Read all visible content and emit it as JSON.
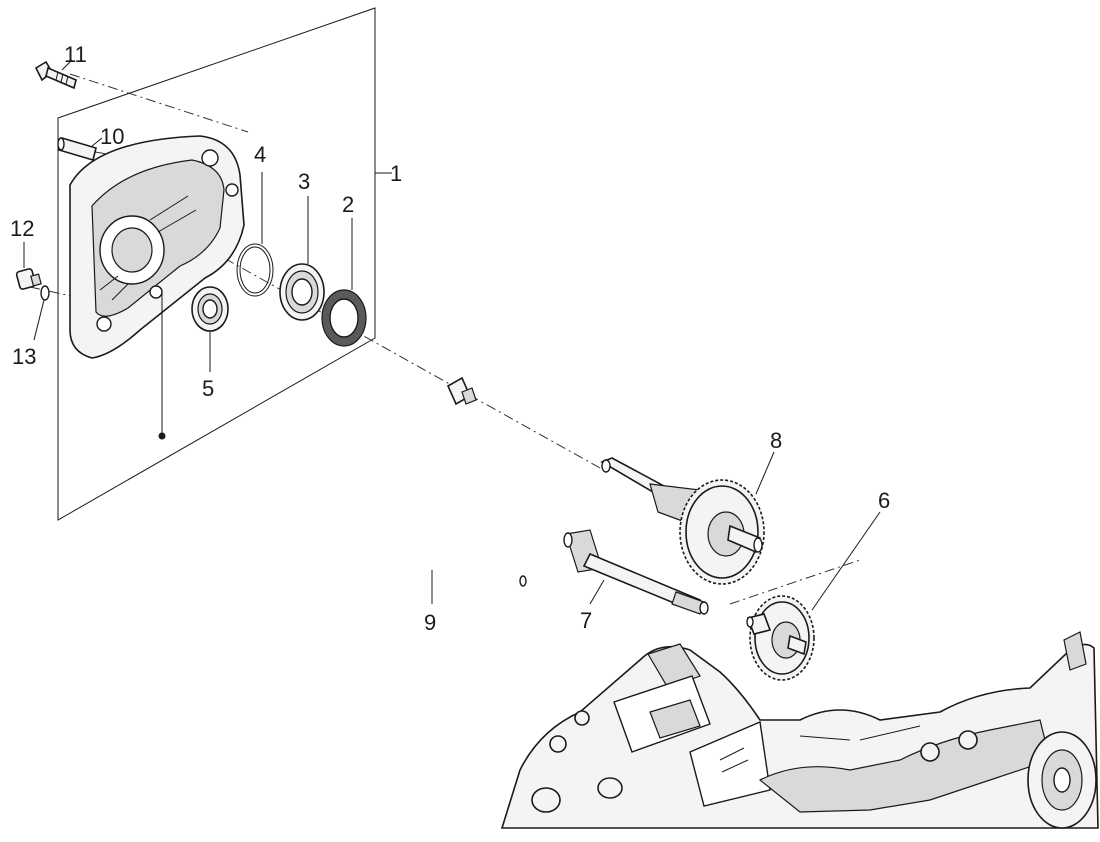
{
  "callouts": {
    "p1": "1",
    "p2": "2",
    "p3": "3",
    "p4": "4",
    "p5": "5",
    "p6": "6",
    "p7": "7",
    "p8": "8",
    "p9": "9",
    "p10": "10",
    "p11": "11",
    "p12": "12",
    "p13": "13"
  },
  "colors": {
    "line": "#1a1a1a",
    "background": "#ffffff"
  }
}
